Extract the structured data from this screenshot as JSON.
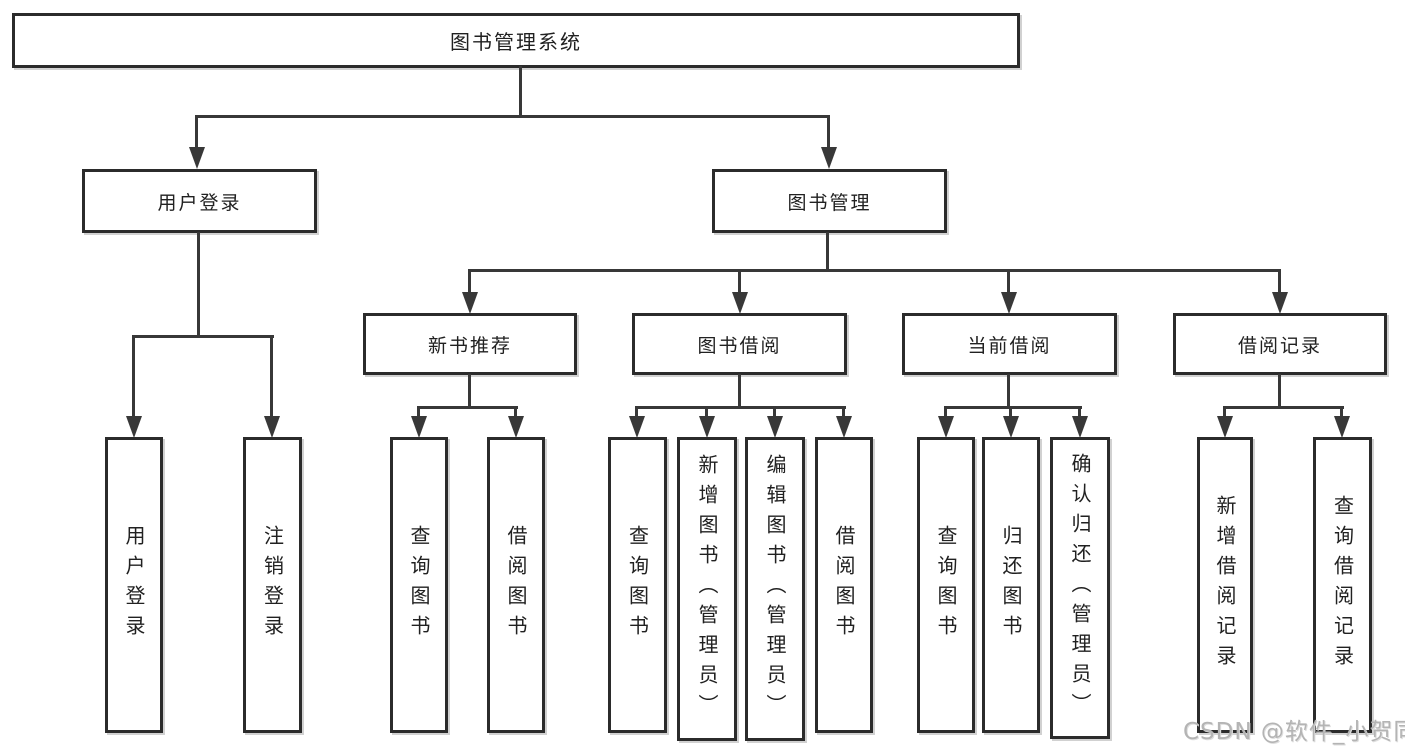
{
  "tree": {
    "root": {
      "label": "图书管理系统"
    },
    "children": [
      {
        "label": "用户登录",
        "children": [
          {
            "label": "用户登录"
          },
          {
            "label": "注销登录"
          }
        ]
      },
      {
        "label": "图书管理",
        "children": [
          {
            "label": "新书推荐",
            "children": [
              {
                "label": "查询图书"
              },
              {
                "label": "借阅图书"
              }
            ]
          },
          {
            "label": "图书借阅",
            "children": [
              {
                "label": "查询图书"
              },
              {
                "label": "新增图书（管理员）"
              },
              {
                "label": "编辑图书（管理员）"
              },
              {
                "label": "借阅图书"
              }
            ]
          },
          {
            "label": "当前借阅",
            "children": [
              {
                "label": "查询图书"
              },
              {
                "label": "归还图书"
              },
              {
                "label": "确认归还（管理员）"
              }
            ]
          },
          {
            "label": "借阅记录",
            "children": [
              {
                "label": "新增借阅记录"
              },
              {
                "label": "查询借阅记录"
              }
            ]
          }
        ]
      }
    ]
  },
  "watermark": {
    "text": "CSDN @软件_小贺同学"
  },
  "colors": {
    "box_border": "#2b2b2b",
    "connector": "#383838",
    "text": "#212121",
    "watermark": "#b4b4b4",
    "background": "#ffffff"
  }
}
